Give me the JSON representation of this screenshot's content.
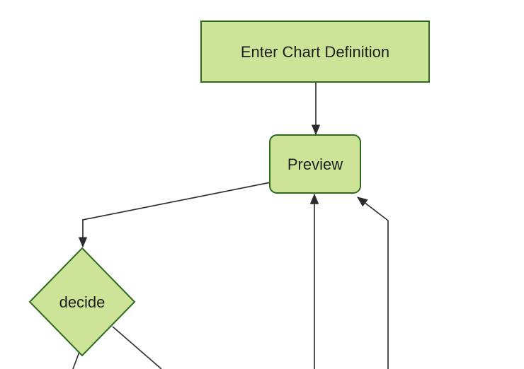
{
  "diagram": {
    "type": "flowchart-top-down",
    "background": "#ffffff",
    "colors": {
      "node_fill": "#cde498",
      "node_border": "#2e6b1e",
      "edge_line": "#333333",
      "arrowhead": "#2b2b2b",
      "label_text": "#1f1f1f"
    },
    "nodes": [
      {
        "label": "Enter Chart Definition",
        "shape": "rectangle"
      },
      {
        "label": "Preview",
        "shape": "rounded-rectangle"
      },
      {
        "label": "decide",
        "shape": "diamond"
      }
    ],
    "edges": [
      {
        "from": "Enter Chart Definition",
        "to": "Preview",
        "arrowhead": true
      },
      {
        "from": "Preview",
        "to": "decide",
        "arrowhead": true
      },
      {
        "from": "decide",
        "to": "offscreen-bottom-left",
        "arrowhead": false
      },
      {
        "from": "decide",
        "to": "offscreen-bottom-right",
        "arrowhead": false
      },
      {
        "from": "offscreen-bottom",
        "to": "Preview",
        "arrowhead": true
      },
      {
        "from": "offscreen-bottom-right",
        "to": "Preview",
        "arrowhead": true
      }
    ]
  }
}
